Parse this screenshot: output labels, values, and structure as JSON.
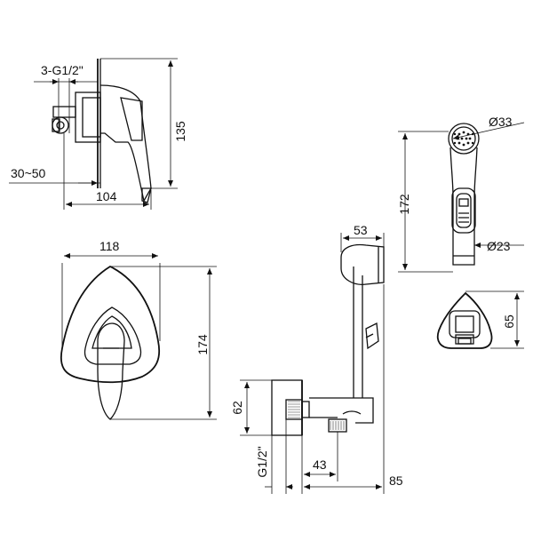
{
  "dimensions": {
    "thread_side": "3-G1/2\"",
    "height_side": "135",
    "depth_range": "30~50",
    "depth_total": "104",
    "width_front": "118",
    "height_front": "174",
    "head_diameter": "Ø33",
    "shower_length": "172",
    "handle_diameter": "Ø23",
    "holder_width": "53",
    "holder_height": "65",
    "outlet_height": "62",
    "outlet_thread": "G1/2\"",
    "outlet_offset": "43",
    "holder_depth": "85"
  }
}
